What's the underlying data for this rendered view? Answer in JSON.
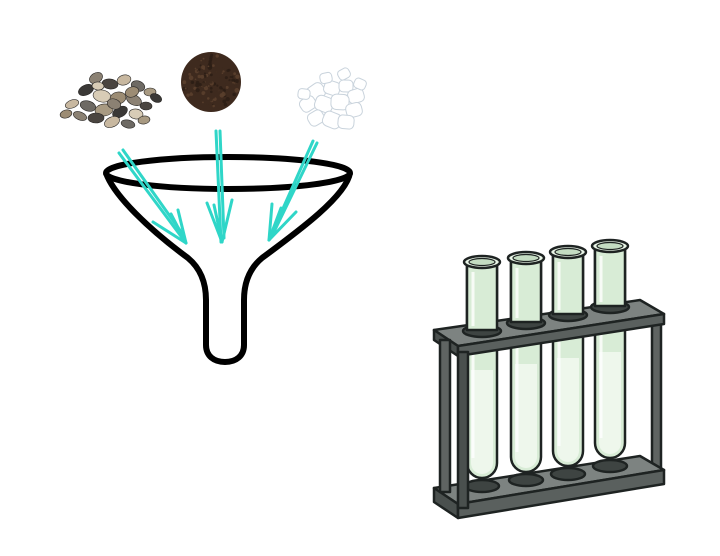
{
  "scene": {
    "background": "#ffffff"
  },
  "samples": [
    {
      "name": "pebbles",
      "colors": [
        "#8b8173",
        "#4a4540",
        "#c8b8a0",
        "#6e6a64",
        "#a89a82",
        "#3a3836",
        "#d8ccb6",
        "#9c8c74"
      ]
    },
    {
      "name": "soil",
      "colors": [
        "#3e2a1e",
        "#5a3f2c",
        "#2c1e15"
      ]
    },
    {
      "name": "white-crystals",
      "colors": [
        "#ffffff",
        "#e9eef3",
        "#cfd8e0"
      ]
    }
  ],
  "arrows": {
    "color": "#2fd6c8",
    "count": 3
  },
  "funnel": {
    "stroke": "#000000",
    "fill": "#ffffff"
  },
  "test_tube_rack": {
    "tube_count": 4,
    "tube_glass": "#d8ecd6",
    "tube_liquid": "#eef7ec",
    "rack_color": "#5f6462",
    "rack_dark": "#3e4442",
    "rack_light": "#7d8381"
  }
}
